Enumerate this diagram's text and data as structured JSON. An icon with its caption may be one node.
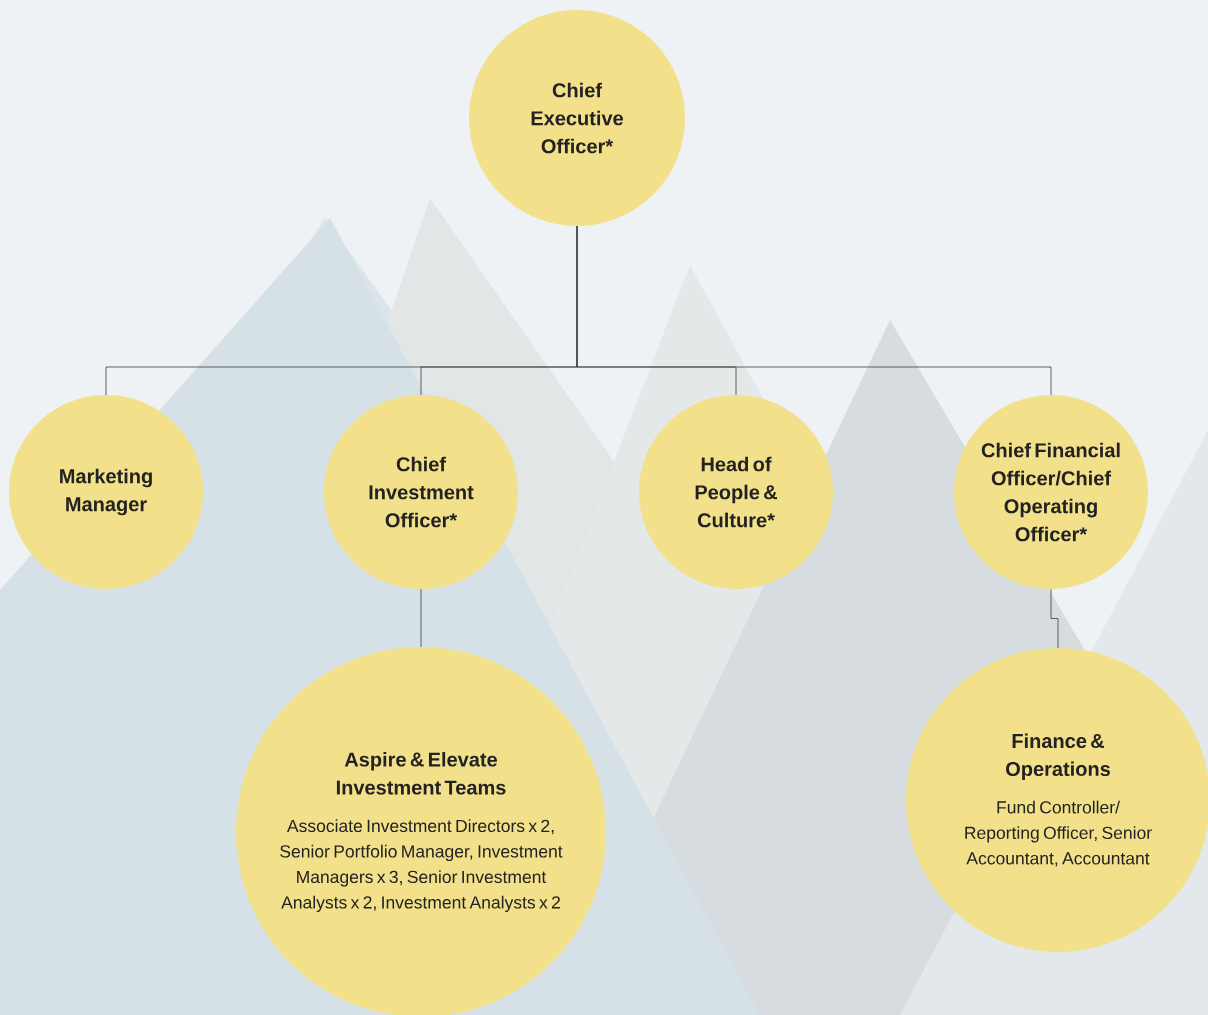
{
  "diagram": {
    "nodes": [
      {
        "text": [
          "Chief Executive Officer*"
        ]
      },
      {
        "text": [
          "Marketing Manager"
        ]
      },
      {
        "text": [
          "Chief Investment Officer*"
        ]
      },
      {
        "text": [
          "Head of People & Culture*"
        ]
      },
      {
        "text": [
          "Chief Financial Officer/Chief Operating Officer*"
        ]
      },
      {
        "text": [
          "Aspire & Elevate Investment Teams",
          "Associate Investment Directors x 2, Senior Portfolio Manager, Investment Managers x 3, Senior Investment Analysts x 2, Investment Analysts x 2"
        ]
      },
      {
        "text": [
          "Finance & Operations",
          "Fund Controller/ Reporting Officer, Senior Accountant, Accountant"
        ]
      }
    ],
    "edges": [
      {
        "from": 0,
        "to": 1,
        "arrow": "none"
      },
      {
        "from": 0,
        "to": 2,
        "arrow": "none"
      },
      {
        "from": 0,
        "to": 3,
        "arrow": "none"
      },
      {
        "from": 0,
        "to": 4,
        "arrow": "none"
      },
      {
        "from": 2,
        "to": 5,
        "arrow": "none"
      },
      {
        "from": 4,
        "to": 6,
        "arrow": "none"
      }
    ]
  }
}
